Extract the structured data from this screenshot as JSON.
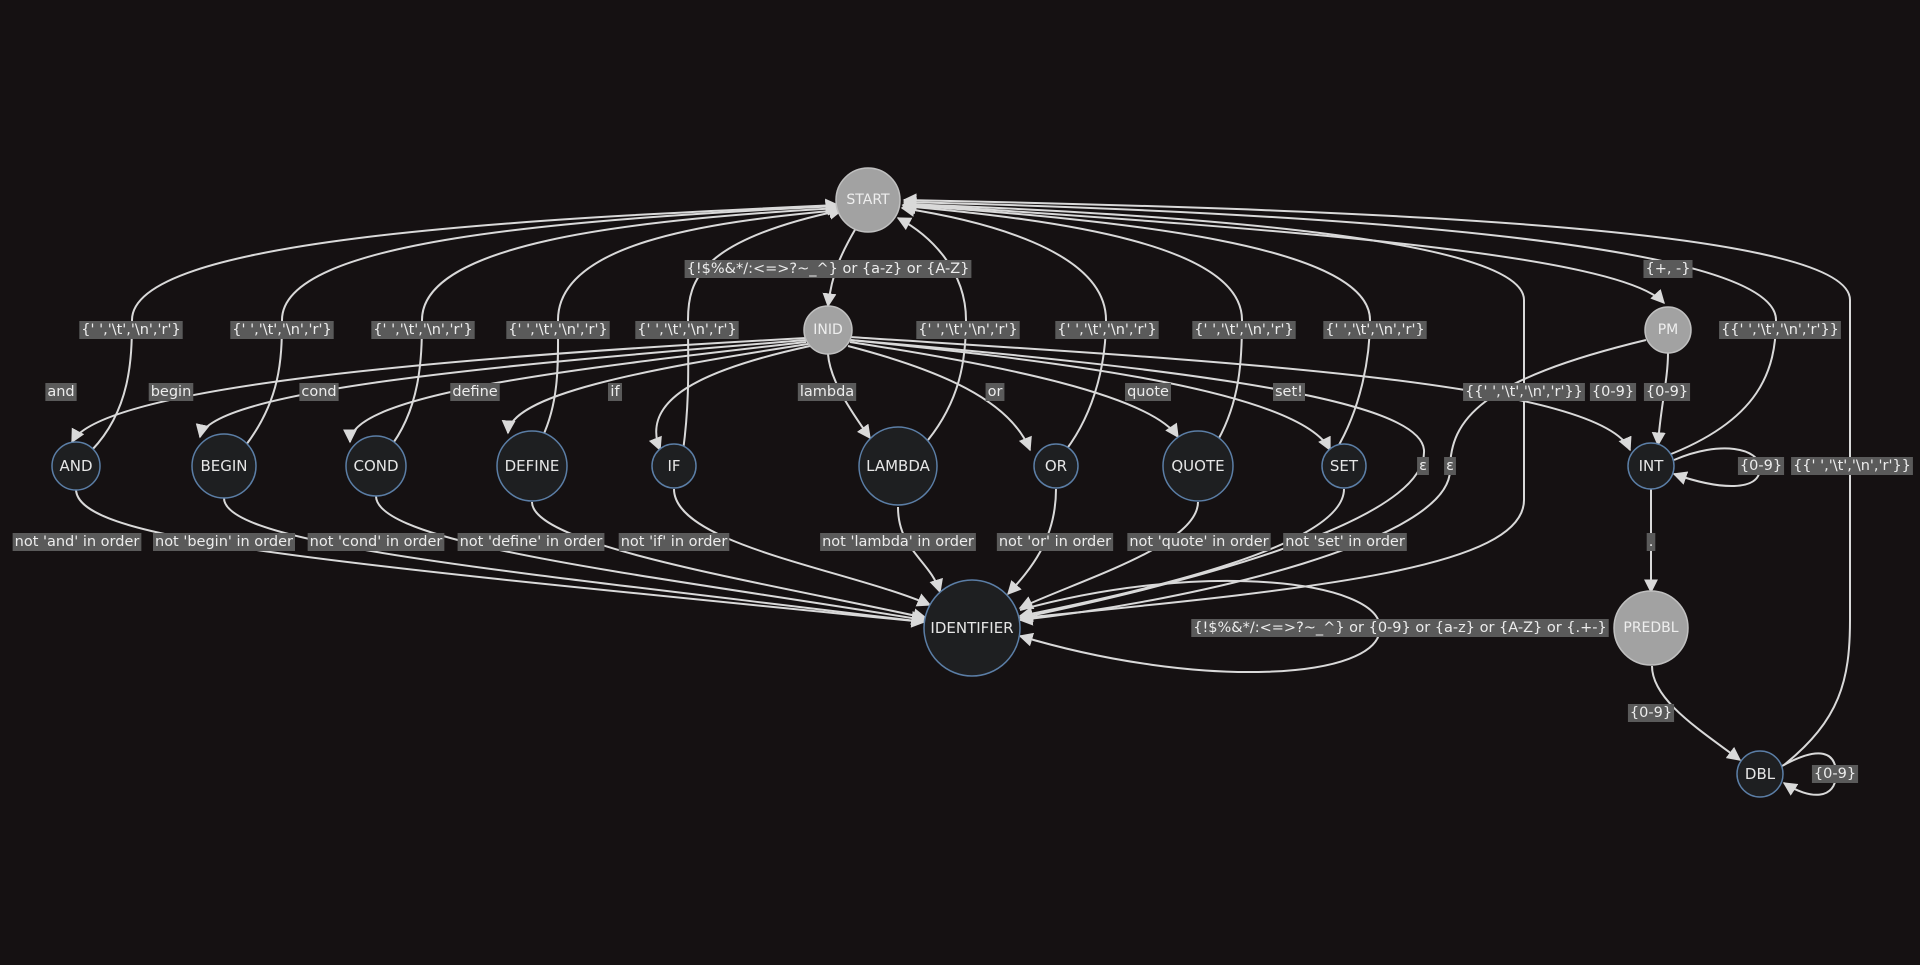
{
  "colors": {
    "background": "#151112",
    "edge": "#d9d9d9",
    "node_dark_fill": "#1e1f21",
    "node_dark_stroke": "#5b7ea6",
    "node_light_fill": "#a2a2a2",
    "label_bg": "#5a5a5a"
  },
  "nodes": {
    "start": "START",
    "inid": "INID",
    "and": "AND",
    "begin": "BEGIN",
    "cond": "COND",
    "define": "DEFINE",
    "if": "IF",
    "lambda": "LAMBDA",
    "or": "OR",
    "quote": "QUOTE",
    "set": "SET",
    "identifier": "IDENTIFIER",
    "pm": "PM",
    "int": "INT",
    "predbl": "PREDBL",
    "dbl": "DBL"
  },
  "edge_labels": {
    "start_to_inid": "{!$%&*/:<=>?~_^} or {a-z} or {A-Z}",
    "ws": "{' ','\\t','\\n','r'}",
    "ws_braced": "{{' ','\\t','\\n','r'}}",
    "and": "and",
    "begin": "begin",
    "cond": "cond",
    "define": "define",
    "if": "if",
    "lambda": "lambda",
    "or": "or",
    "quote": "quote",
    "set": "set!",
    "not_and": "not 'and' in order",
    "not_begin": "not 'begin' in order",
    "not_cond": "not 'cond' in order",
    "not_define": "not 'define' in order",
    "not_if": "not 'if' in order",
    "not_lambda": "not 'lambda' in order",
    "not_or": "not 'or' in order",
    "not_quote": "not 'quote' in order",
    "not_set": "not 'set' in order",
    "identifier_loop": "{!$%&*/:<=>?~_^} or {0-9} or {a-z} or {A-Z} or {.+-}",
    "epsilon": "ε",
    "plus_minus": "{+, -}",
    "digits": "{0-9}",
    "dot": "."
  }
}
